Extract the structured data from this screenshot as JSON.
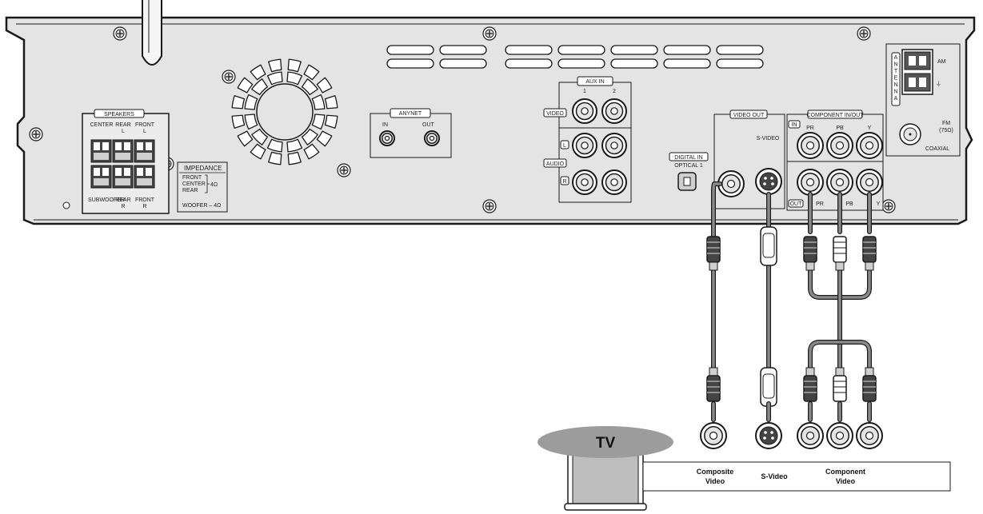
{
  "speakers": {
    "title": "SPEAKERS",
    "top_labels": [
      "CENTER",
      "REAR\nL",
      "FRONT\nL"
    ],
    "bottom_labels": [
      "SUBWOOFER",
      "REAR\nR",
      "FRONT\nR"
    ]
  },
  "impedance": {
    "title": "IMPEDANCE",
    "lines": [
      "FRONT",
      "CENTER",
      "REAR"
    ],
    "value": "4Ω",
    "woofer": "WOOFER – 4Ω"
  },
  "anynet": {
    "title": "ANYNET",
    "in": "IN",
    "out": "OUT"
  },
  "aux_in": {
    "title": "AUX IN",
    "col1": "1",
    "col2": "2",
    "video": "VIDEO",
    "audio": "AUDIO",
    "l": "L",
    "r": "R"
  },
  "digital_in": {
    "title": "DIGITAL IN",
    "sub": "OPTICAL 1"
  },
  "video_out": {
    "title": "VIDEO OUT",
    "svideo": "S-VIDEO"
  },
  "component": {
    "title": "COMPONENT IN/OUT",
    "in": "IN",
    "out": "OUT",
    "pr": "PR",
    "pb": "PB",
    "y": "Y"
  },
  "antenna": {
    "vertical": "ANTENNA",
    "am": "AM",
    "fm": "FM",
    "fm_ohm": "(75Ω)",
    "coaxial": "COAXIAL"
  },
  "tv": {
    "label": "TV",
    "panel": {
      "composite": [
        "Composite",
        "Video"
      ],
      "svideo": "S-Video",
      "component": [
        "Component",
        "Video"
      ]
    }
  },
  "colors": {
    "body": "#e4e4e4",
    "outline": "#1a1a1a",
    "cable": "#8a8a8a",
    "tv_oval": "#9c9c9c",
    "tv_screen": "#bdbdbd"
  }
}
